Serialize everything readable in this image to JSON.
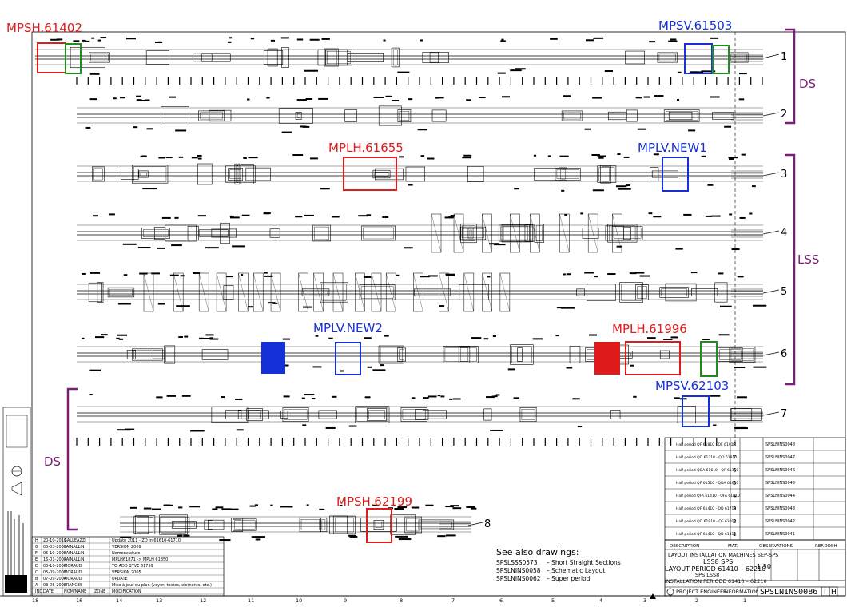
{
  "labels": [
    {
      "text": "MPSH.61402",
      "color": "red"
    },
    {
      "text": "MPSV.61503",
      "color": "blue"
    },
    {
      "text": "MPLH.61655",
      "color": "red"
    },
    {
      "text": "MPLV.NEW1",
      "color": "blue"
    },
    {
      "text": "MPLV.NEW2",
      "color": "blue"
    },
    {
      "text": "MPLH.61996",
      "color": "red"
    },
    {
      "text": "MPSV.62103",
      "color": "blue"
    },
    {
      "text": "MPSH.62199",
      "color": "red"
    }
  ],
  "groups": {
    "ds_top": "DS",
    "lss": "LSS",
    "ds_bottom": "DS"
  },
  "row_numbers": [
    "1",
    "2",
    "3",
    "4",
    "5",
    "6",
    "7",
    "8"
  ],
  "see_also": {
    "heading": "See also drawings:",
    "items": [
      {
        "code": "SPSLSSS0573",
        "desc": "– Short Straight Sections"
      },
      {
        "code": "SPSLNINS0058",
        "desc": "– Schematic Layout"
      },
      {
        "code": "SPSLNINS0062",
        "desc": "– Super period"
      }
    ]
  },
  "title_block": {
    "title_line1": "LAYOUT INSTALLATION MACHINES SEP-SPS",
    "title_line2": "LSS8 SPS",
    "title_line3": "LAYOUT PERIOD 61410 – 62210",
    "title_line4": "SPS LSS8",
    "title_line5": "INSTALLATION PERIODE 61410 – 62210",
    "scale": "1:50",
    "drawing_number": "SPSLNINS0086",
    "revision": "I",
    "sheet": "H",
    "project_engineer": "PROJECT ENGINEER",
    "information": "INFORMATION",
    "description_header": "DESCRIPTION",
    "observations_header": "OBSERVATIONS",
    "mat_header": "MAT.",
    "ref_header": "REF.DOSH"
  },
  "parts_list": [
    {
      "desc": "Half period QF 61810 - QF 61910",
      "idx": "8",
      "ref": "SPSLNINS0048"
    },
    {
      "desc": "Half period QD 61710 - QD 61810",
      "idx": "7",
      "ref": "SPSLNINS0047"
    },
    {
      "desc": "Half period QDA 61610 - QF 61710",
      "idx": "6",
      "ref": "SPSLNINS0046"
    },
    {
      "desc": "Half period QF 61510 - QDA 61610",
      "idx": "5",
      "ref": "SPSLNINS0045"
    },
    {
      "desc": "Half period QFA 61410 - QFA 61510",
      "idx": "4",
      "ref": "SPSLNINS0044"
    },
    {
      "desc": "Half period QF 61410 - QD 61710",
      "idx": "3",
      "ref": "SPSLNINS0043"
    },
    {
      "desc": "Half period QD 61910 - QF 62010",
      "idx": "2",
      "ref": "SPSLNINS0042"
    },
    {
      "desc": "Half period QF 61410 - QD 61410",
      "idx": "1",
      "ref": "SPSLNINS0041"
    }
  ],
  "revisions": [
    {
      "rev": "H",
      "date": "20-10-2011",
      "name": "GALLEAZZI",
      "text": "Update 2011 - ZD in 61610-61710"
    },
    {
      "rev": "G",
      "date": "05-03-2009",
      "name": "PAINALLIN",
      "text": "VERSION 2009"
    },
    {
      "rev": "F",
      "date": "05-10-2008",
      "name": "PAINALLIN",
      "text": "Nomenclature"
    },
    {
      "rev": "E",
      "date": "16-01-2007",
      "name": "PAINALLIN",
      "text": "MPLH61871 -> MPLH 61850"
    },
    {
      "rev": "D",
      "date": "05-10-2006",
      "name": "MORAUD",
      "text": "TO ADD BTVE 61799"
    },
    {
      "rev": "C",
      "date": "05-09-2005",
      "name": "MORAUD",
      "text": "VERSION 2005"
    },
    {
      "rev": "B",
      "date": "07-09-2004",
      "name": "MORAUD",
      "text": "UPDATE"
    },
    {
      "rev": "A",
      "date": "03-06-2003",
      "name": "FRANCES",
      "text": "Mise à jour du plan (voyer, textes, elements, etc.)"
    },
    {
      "rev": "IND.",
      "date": "DATE",
      "name": "NOM/NAME",
      "text": "MODIFICATION"
    }
  ],
  "revision_zone_header": "ZONE",
  "bottom_scale": [
    "18",
    "16",
    "14",
    "13",
    "12",
    "11",
    "10",
    "9",
    "8",
    "7",
    "6",
    "5",
    "4",
    "3",
    "2",
    "1"
  ],
  "colors": {
    "red": "#e01b1b",
    "blue": "#1530d6",
    "green": "#1e8c1e",
    "purple": "#7a1e7a",
    "line": "#000000"
  }
}
